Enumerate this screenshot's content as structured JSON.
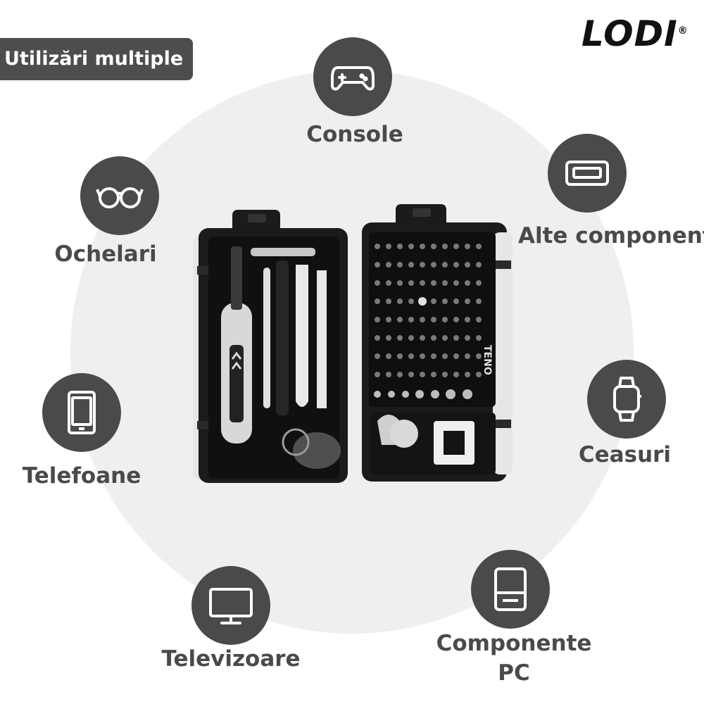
{
  "banner": "Utilizări multiple",
  "brand": {
    "name": "LODI",
    "mark": "®"
  },
  "uses": [
    {
      "label": "Console",
      "icon": "gamepad-icon"
    },
    {
      "label": "Ochelari",
      "icon": "glasses-icon"
    },
    {
      "label": "Alte componente",
      "icon": "usb-port-icon"
    },
    {
      "label": "Telefoane",
      "icon": "phone-icon"
    },
    {
      "label": "Ceasuri",
      "icon": "smartwatch-icon"
    },
    {
      "label": "Televizoare",
      "icon": "tv-icon"
    },
    {
      "label": "Componente PC",
      "icon": "hard-drive-icon"
    }
  ],
  "product": {
    "box_brand": "TENO",
    "case_color": "#1b1b1b",
    "accent": "#e6e6e6"
  },
  "colors": {
    "icon_bg": "#4a4a4a",
    "label": "#4a4a4a",
    "background_circle": "#efefef",
    "banner_bg": "#4d4d4d"
  }
}
